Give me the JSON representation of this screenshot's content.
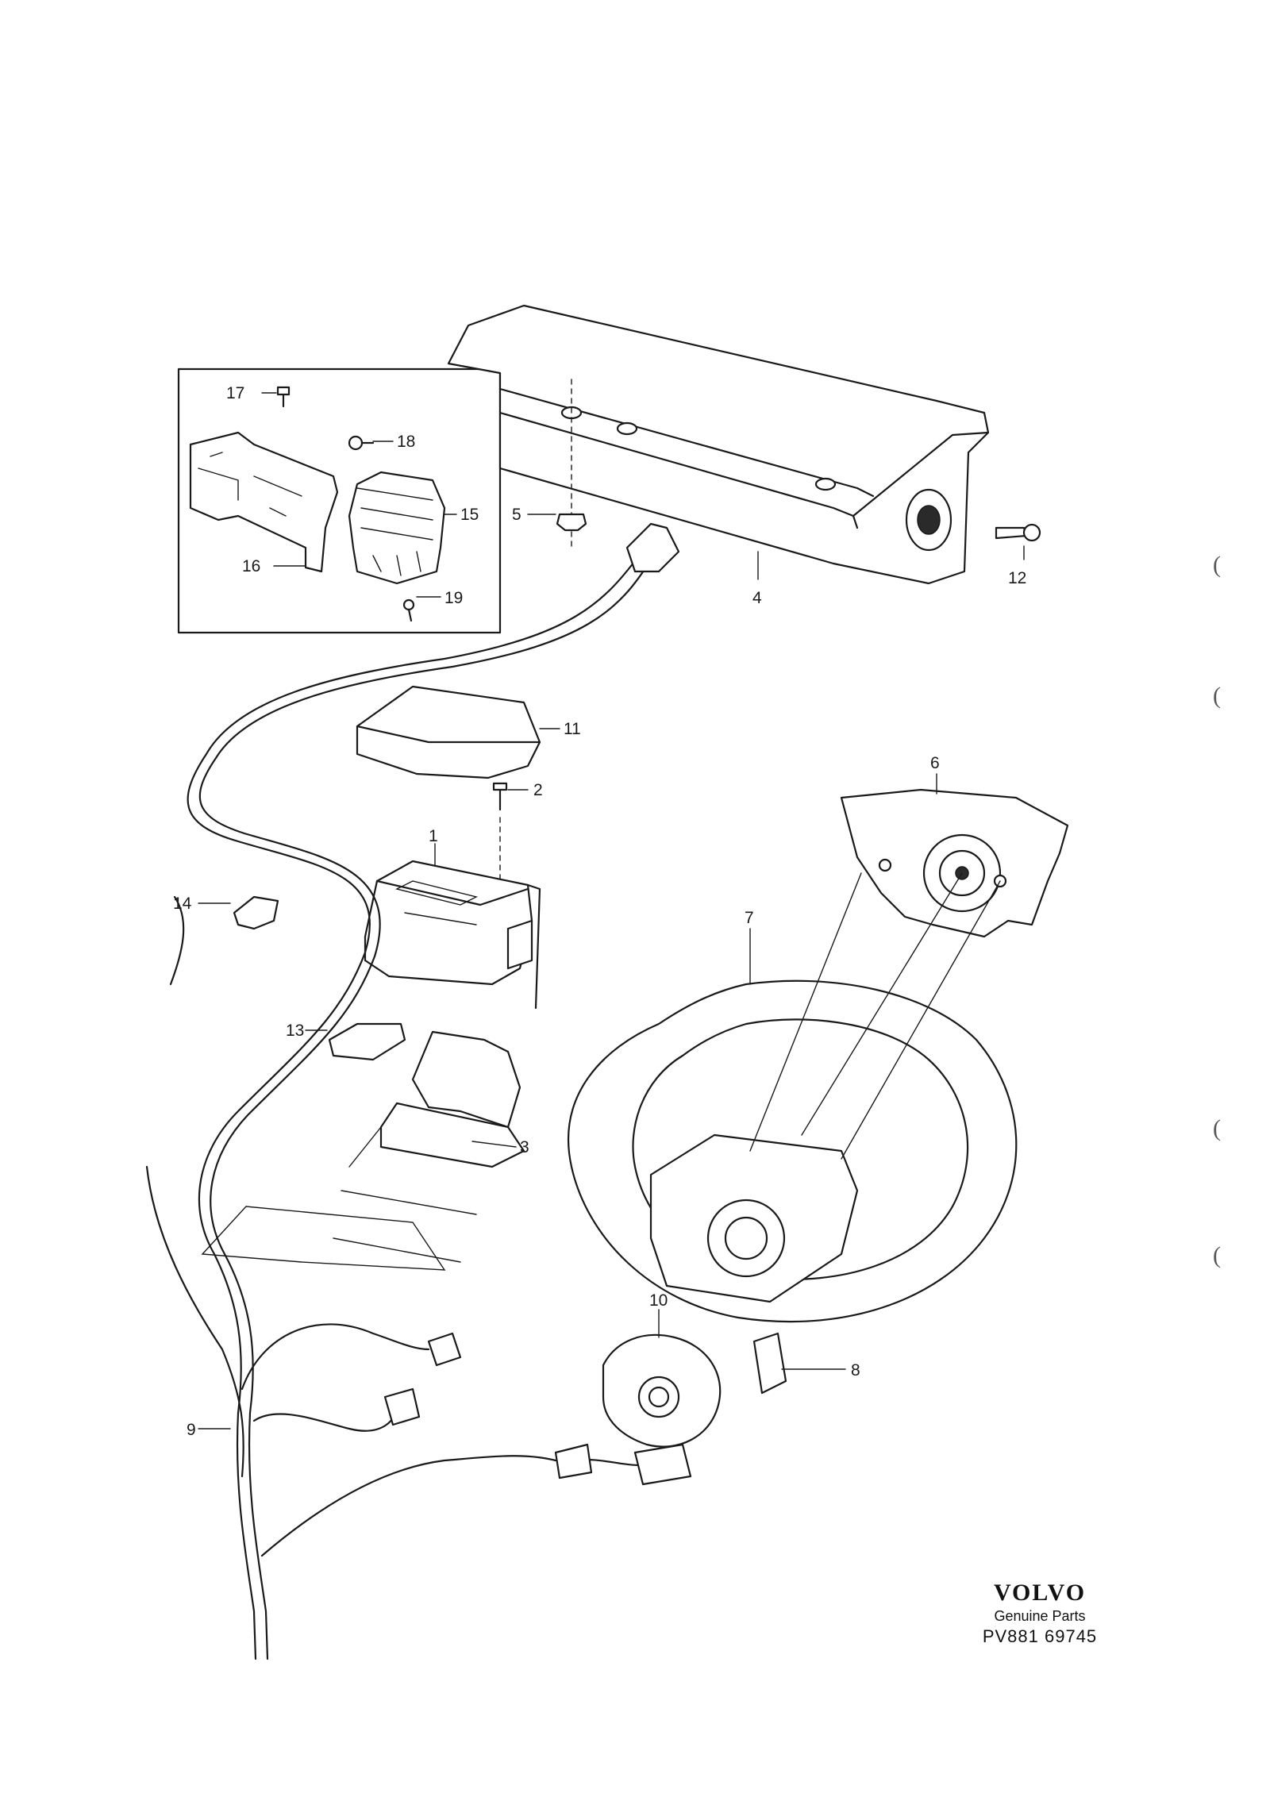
{
  "callouts": {
    "c1": "1",
    "c2": "2",
    "c3": "3",
    "c4": "4",
    "c5": "5",
    "c6": "6",
    "c7": "7",
    "c8": "8",
    "c9": "9",
    "c10": "10",
    "c11": "11",
    "c12": "12",
    "c13": "13",
    "c14": "14",
    "c15": "15",
    "c16": "16",
    "c17": "17",
    "c18": "18",
    "c19": "19"
  },
  "brand": {
    "logo": "VOLVO",
    "subtitle": "Genuine Parts",
    "reference": "PV881 69745"
  },
  "margin_marks": [
    "(",
    "(",
    "(",
    "("
  ],
  "colors": {
    "ink": "#1a1a1a",
    "paper": "#ffffff"
  }
}
